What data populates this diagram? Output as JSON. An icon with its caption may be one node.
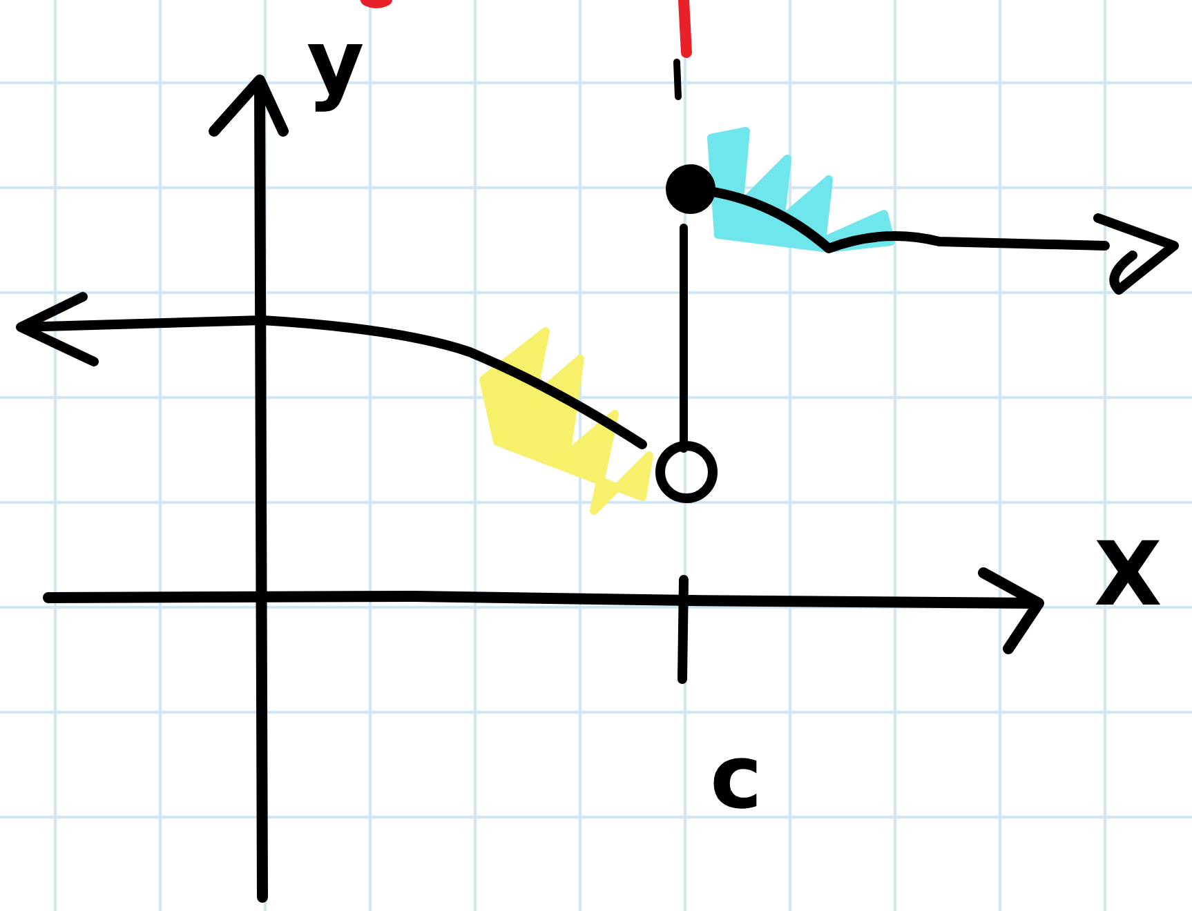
{
  "diagram": {
    "labels": [
      "y",
      "X",
      "c"
    ]
  }
}
